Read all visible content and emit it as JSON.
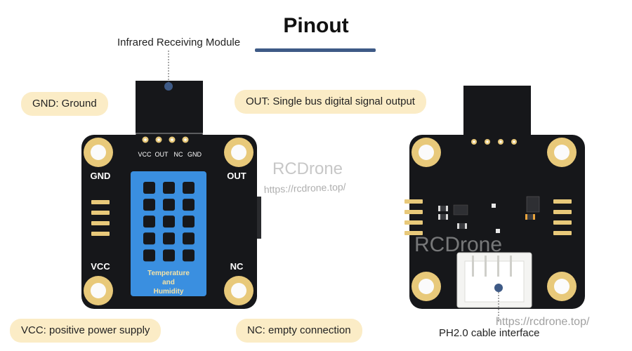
{
  "title": "Pinout",
  "annotations": {
    "infrared": "Infrared Receiving Module",
    "gnd": "GND: Ground",
    "out": "OUT: Single bus digital  signal output",
    "vcc": "VCC: positive power supply",
    "nc": "NC: empty connection",
    "ph": "PH2.0 cable interface"
  },
  "front_board": {
    "pin_labels": [
      "VCC",
      "OUT",
      "NC",
      "GND"
    ],
    "corner_labels": {
      "top_left": "GND",
      "top_right": "OUT",
      "bottom_left": "VCC",
      "bottom_right": "NC"
    },
    "sensor_text": [
      "Temperature",
      "and",
      "Humidity"
    ]
  },
  "watermarks": {
    "brand_1": "RCDrone",
    "url_1": "https://rcdrone.top/",
    "brand_2": "RCDrone",
    "url_2": "https://rcdrone.top/"
  },
  "colors": {
    "pcb": "#16171a",
    "pad_gold": "#e8c97a",
    "sensor_blue": "#3a8fe0",
    "accent_line": "#3e5a86",
    "pill_bg": "#fbecc6",
    "pointer_dot": "#3e5a86"
  }
}
